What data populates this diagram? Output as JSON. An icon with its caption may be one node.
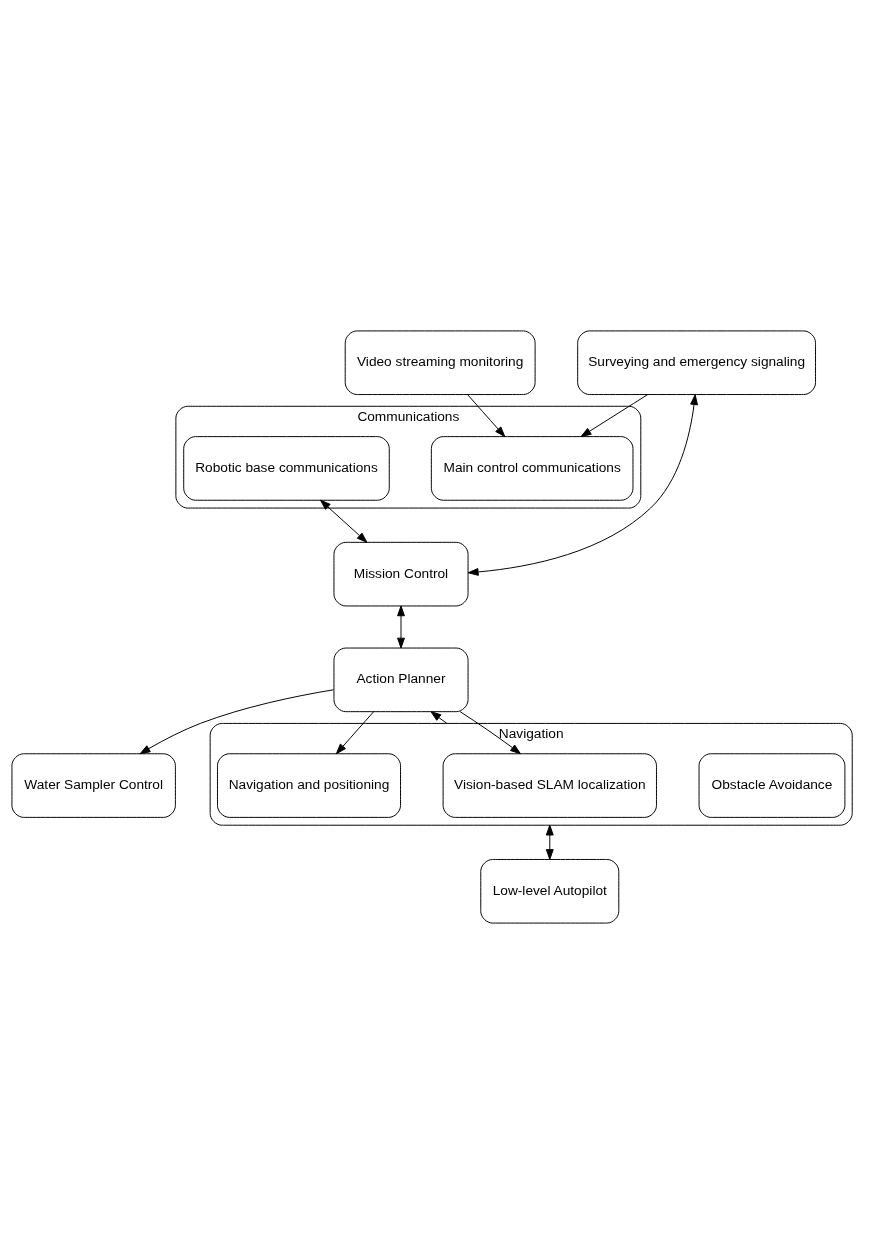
{
  "diagram": {
    "nodes": [
      {
        "text": [
          "Communications"
        ]
      },
      {
        "text": [
          "Main control communications"
        ],
        "in": 0
      },
      {
        "text": [
          "Robotic base communications"
        ],
        "in": 0
      },
      {
        "text": [
          "Video streaming monitoring"
        ]
      },
      {
        "text": [
          "Surveying and emergency signaling"
        ]
      },
      {
        "text": [
          "Mission Control"
        ]
      },
      {
        "text": [
          "Water Sampler Control"
        ]
      },
      {
        "text": [
          "Action Planner"
        ]
      },
      {
        "text": [
          "Navigation"
        ]
      },
      {
        "text": [
          "Obstacle Avoidance"
        ],
        "in": 8
      },
      {
        "text": [
          "Vision-based SLAM localization"
        ],
        "in": 8
      },
      {
        "text": [
          "Navigation and positioning"
        ],
        "in": 8
      },
      {
        "text": [
          "Low-level Autopilot"
        ]
      }
    ],
    "edges": [
      {
        "from": 3,
        "to": 1,
        "arrow": "to"
      },
      {
        "from": 4,
        "to": 1,
        "arrow": "to"
      },
      {
        "from": 4,
        "to": 5,
        "arrow": "both"
      },
      {
        "from": 2,
        "to": 5,
        "arrow": "both"
      },
      {
        "from": 5,
        "to": 7,
        "arrow": "both"
      },
      {
        "from": 7,
        "to": 6,
        "arrow": "to"
      },
      {
        "from": 7,
        "to": 10,
        "arrow": "to"
      },
      {
        "from": 7,
        "to": 11,
        "arrow": "to"
      },
      {
        "from": 8,
        "to": 7,
        "arrow": "to"
      },
      {
        "from": 8,
        "to": 12,
        "arrow": "both"
      }
    ]
  }
}
